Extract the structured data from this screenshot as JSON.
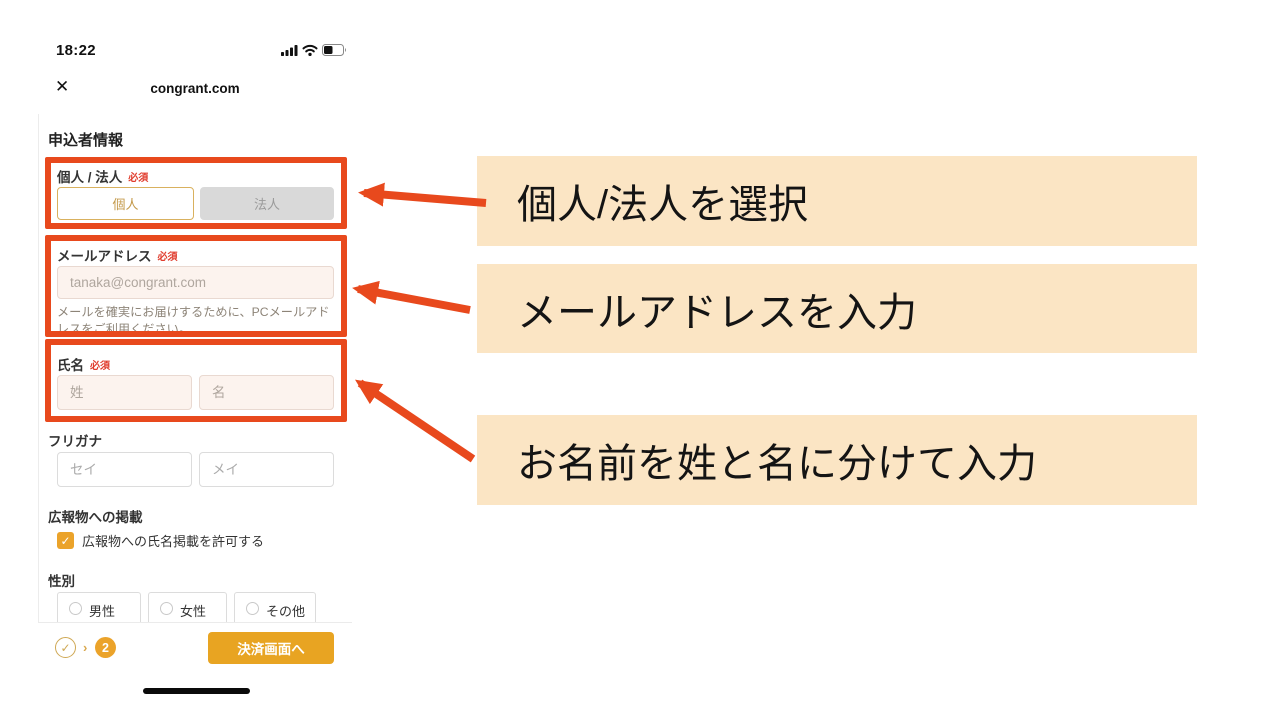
{
  "status_bar": {
    "time": "18:22"
  },
  "browser_header": {
    "close_glyph": "✕",
    "url": "congrant.com"
  },
  "form": {
    "title": "申込者情報",
    "required_label": "必須",
    "entity_type": {
      "label": "個人 / 法人",
      "options": [
        "個人",
        "法人"
      ],
      "selected": "個人"
    },
    "email": {
      "label": "メールアドレス",
      "placeholder": "tanaka@congrant.com",
      "helper": "メールを確実にお届けするために、PCメールアドレスをご利用ください。"
    },
    "name": {
      "label": "氏名",
      "last_name_placeholder": "姓",
      "first_name_placeholder": "名"
    },
    "furigana": {
      "label": "フリガナ",
      "last_name_placeholder": "セイ",
      "first_name_placeholder": "メイ"
    },
    "publication": {
      "label": "広報物への掲載",
      "checkbox_label": "広報物への氏名掲載を許可する",
      "checked": true,
      "check_glyph": "✓"
    },
    "gender": {
      "label": "性別",
      "options": [
        "男性",
        "女性",
        "その他"
      ]
    },
    "footer": {
      "step_done_mark": "✓",
      "step_separator": "›",
      "step_current": "2",
      "submit_label": "決済画面へ"
    }
  },
  "annotations": {
    "items": [
      {
        "text": "個人/法人を選択"
      },
      {
        "text": "メールアドレスを入力"
      },
      {
        "text": "お名前を姓と名に分けて入力"
      }
    ]
  },
  "colors": {
    "annotation_red": "#E8491D",
    "annotation_bg": "#FBE5C4",
    "brand_orange": "#E8A422",
    "required_red": "#E03C2D"
  }
}
